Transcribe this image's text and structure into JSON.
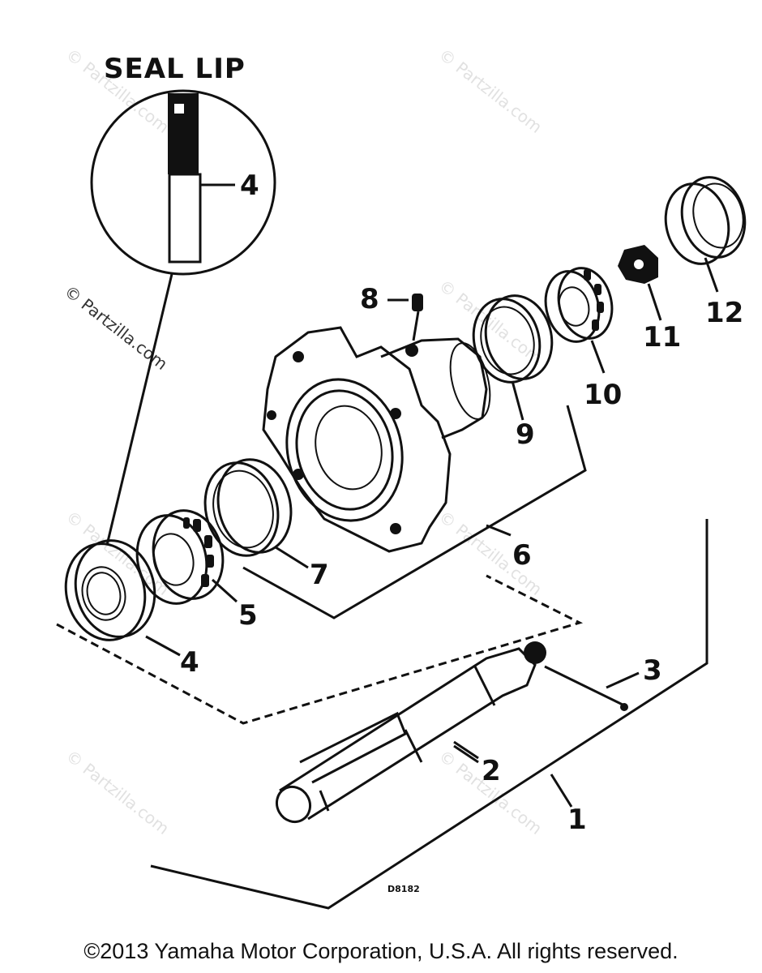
{
  "seal_detail": {
    "title": "SEAL LIP",
    "callout": "4"
  },
  "parts": [
    {
      "callout": "1"
    },
    {
      "callout": "2"
    },
    {
      "callout": "3"
    },
    {
      "callout": "4"
    },
    {
      "callout": "5"
    },
    {
      "callout": "6"
    },
    {
      "callout": "7"
    },
    {
      "callout": "8"
    },
    {
      "callout": "9"
    },
    {
      "callout": "10"
    },
    {
      "callout": "11"
    },
    {
      "callout": "12"
    }
  ],
  "drawing_code": "D8182",
  "watermark": "© Partzilla.com",
  "copyright": "©2013 Yamaha Motor Corporation, U.S.A. All rights reserved."
}
